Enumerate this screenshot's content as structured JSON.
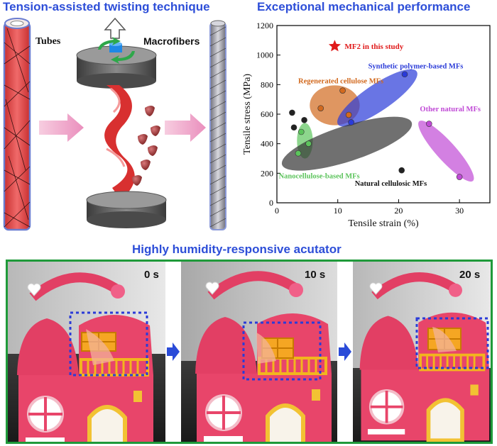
{
  "titles": {
    "twisting": "Tension-assisted twisting technique",
    "mechanical": "Exceptional mechanical performance",
    "actuator": "Highly humidity-responsive acutator"
  },
  "schematic": {
    "tubes_label": "Tubes",
    "macrofibers_label": "Macrofibers"
  },
  "actuator_frames": [
    {
      "time": "0 s"
    },
    {
      "time": "10 s"
    },
    {
      "time": "20 s"
    }
  ],
  "colors": {
    "title_blue": "#2d4ed8",
    "frame_green": "#1f9a3a",
    "tube_red": "#e05050",
    "arrow_pink": "#f2a6c8",
    "house_pink": "#e8456a",
    "dotted_box": "#2a3bd8"
  },
  "chart_data": {
    "type": "scatter",
    "xlabel": "Tensile strain (%)",
    "ylabel": "Tensile stress (MPa)",
    "xlim": [
      0,
      35
    ],
    "ylim": [
      0,
      1200
    ],
    "xticks": [
      0,
      10,
      20,
      30
    ],
    "yticks": [
      0,
      200,
      400,
      600,
      800,
      1000,
      1200
    ],
    "grid": false,
    "highlight": {
      "name": "MF2 in this study",
      "x": 9.5,
      "y": 1060,
      "color": "#e01a1a",
      "marker": "star"
    },
    "groups": [
      {
        "name": "Regenerated cellulose MFs",
        "color": "#d2691e",
        "ellipse": {
          "cx": 9.5,
          "cy": 660,
          "rx": 4.1,
          "ry": 135,
          "angle": 0
        },
        "points": [
          [
            7.2,
            640
          ],
          [
            10.8,
            760
          ],
          [
            11.8,
            595
          ]
        ]
      },
      {
        "name": "Synthetic polymer-based MFs",
        "color": "#2a3bd8",
        "ellipse": {
          "cx": 16.5,
          "cy": 710,
          "rx": 7.8,
          "ry": 90,
          "angle": -34
        },
        "points": [
          [
            12.2,
            545
          ],
          [
            21.0,
            870
          ]
        ]
      },
      {
        "name": "Other natural MFs",
        "color": "#c04ad6",
        "ellipse": {
          "cx": 27.8,
          "cy": 350,
          "rx": 6.6,
          "ry": 65,
          "angle": 48
        },
        "points": [
          [
            25.0,
            535
          ],
          [
            30.0,
            175
          ]
        ]
      },
      {
        "name": "Nanocellulose-based MFs",
        "color": "#5cc45c",
        "ellipse": {
          "cx": 4.6,
          "cy": 420,
          "rx": 1.3,
          "ry": 120,
          "angle": 0
        },
        "points": [
          [
            4.0,
            480
          ],
          [
            3.5,
            335
          ],
          [
            5.2,
            400
          ]
        ]
      },
      {
        "name": "Natural cellulosic MFs",
        "color": "#333333",
        "ellipse": {
          "cx": 11.5,
          "cy": 400,
          "rx": 11.2,
          "ry": 120,
          "angle": -18
        },
        "points": [
          [
            2.5,
            610
          ],
          [
            2.8,
            510
          ],
          [
            4.5,
            560
          ],
          [
            20.5,
            220
          ]
        ]
      }
    ]
  }
}
